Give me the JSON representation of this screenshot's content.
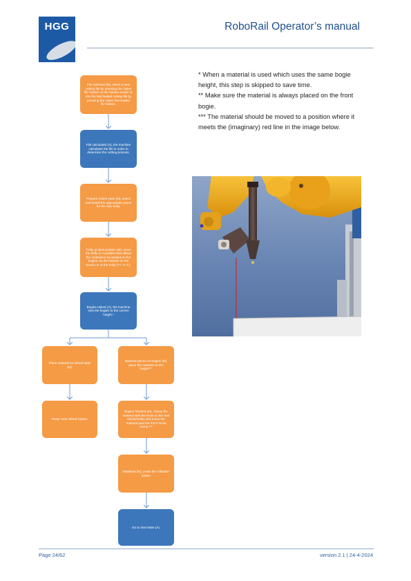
{
  "header": {
    "logo_text": "HGG",
    "title": "RoboRail Operator’s manual"
  },
  "flowchart": {
    "step1": "File selected (M), select a new cutting file by pressing the ‘Open file’ button on the bottom-center or use the last loaded cutting file by pressing the ‘Open last loaded file’ button.",
    "step2": "File calculated (A), the machine calculates the file in order to determine the cutting process.",
    "step3": "Prepare rollers yase (M), select and install the appropriate yases for the rear trolly.",
    "step4": "Trolly at start position (M), move the trolly in a position that allows the material to be loaded on the bogies via the buttons on the screen or at the trolly (Y+ or Y-).",
    "step5": "Bogies raised (A), the machine sets the bogies to the correct height.*",
    "step6a": "Place material on infeed table (M).",
    "step6b": "Material placed on bogies (M), place the material on the bogies**.",
    "step7a": "Press ‘next infeed’ button.",
    "step7b": "Bogies finished (M), Clamp the material with the knob on the rear chuck/trolley and move the material past the front chuck clamp ***",
    "step8": "Initialized (M), press the ‘initialize’ button",
    "step9": "Go to next state (A)."
  },
  "notes": {
    "note1": "* When a material is used which uses the same bogie height, this step is skipped to save time.",
    "note2": "** Make sure the material is always placed on the front bogie.",
    "note3": "*** The material should be moved to a position where it meets the (imaginary) red line in the image below."
  },
  "footer": {
    "page": "Page 24/62",
    "version": "version 2.1 |  24-4-2024"
  },
  "colors": {
    "orange": "#f59a45",
    "blue": "#3d77bb",
    "arrow": "#6f9ad2",
    "brand": "#1d5aa6"
  }
}
